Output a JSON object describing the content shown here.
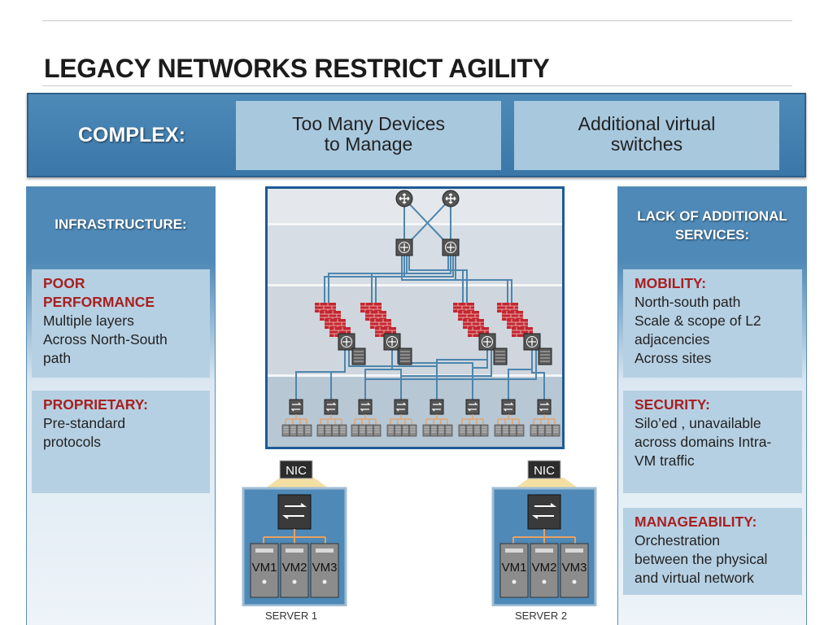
{
  "header": {
    "title": "LEGACY NETWORKS RESTRICT AGILITY"
  },
  "banner": {
    "label": "COMPLEX:",
    "box1": [
      "Too Many Devices",
      "to Manage"
    ],
    "box2": [
      "Additional virtual",
      "switches"
    ]
  },
  "left_panel": {
    "heading": "INFRASTRUCTURE:",
    "cards": [
      {
        "title_lines": [
          "POOR",
          "PERFORMANCE"
        ],
        "body_lines": [
          "Multiple layers",
          "Across North-South",
          "path"
        ]
      },
      {
        "title_lines": [
          "PROPRIETARY:"
        ],
        "body_lines": [
          "Pre-standard",
          "protocols"
        ]
      }
    ]
  },
  "right_panel": {
    "heading": [
      "LACK OF ADDITIONAL",
      "SERVICES:"
    ],
    "cards": [
      {
        "title_lines": [
          "MOBILITY:"
        ],
        "body_lines": [
          "North-south path",
          "Scale & scope of L2",
          "adjacencies",
          "Across sites"
        ]
      },
      {
        "title_lines": [
          "SECURITY:"
        ],
        "body_lines": [
          "Silo’ed , unavailable",
          "across domains Intra-",
          "VM traffic"
        ]
      },
      {
        "title_lines": [
          "MANAGEABILITY:"
        ],
        "body_lines": [
          "Orchestration",
          "between the physical",
          "and virtual network"
        ]
      }
    ]
  },
  "servers": [
    {
      "nic": "NIC",
      "vms": [
        "VM1",
        "VM2",
        "VM3"
      ],
      "caption": "SERVER 1"
    },
    {
      "nic": "NIC",
      "vms": [
        "VM1",
        "VM2",
        "VM3"
      ],
      "caption": "SERVER 2"
    }
  ],
  "colors": {
    "accent_blue": "#4e89b7",
    "card_blue": "#b6d0e3",
    "heading_red": "#a82020",
    "diagram_border": "#1e5a96",
    "link_blue": "#4d86ad",
    "cable_orange": "#e8a060",
    "firewall_red": "#c3262f"
  },
  "icons": {
    "router": "router-icon",
    "firewall": "firewall-icon",
    "switch": "switch-icon",
    "server": "server-icon",
    "vswitch": "virtual-switch-icon"
  }
}
